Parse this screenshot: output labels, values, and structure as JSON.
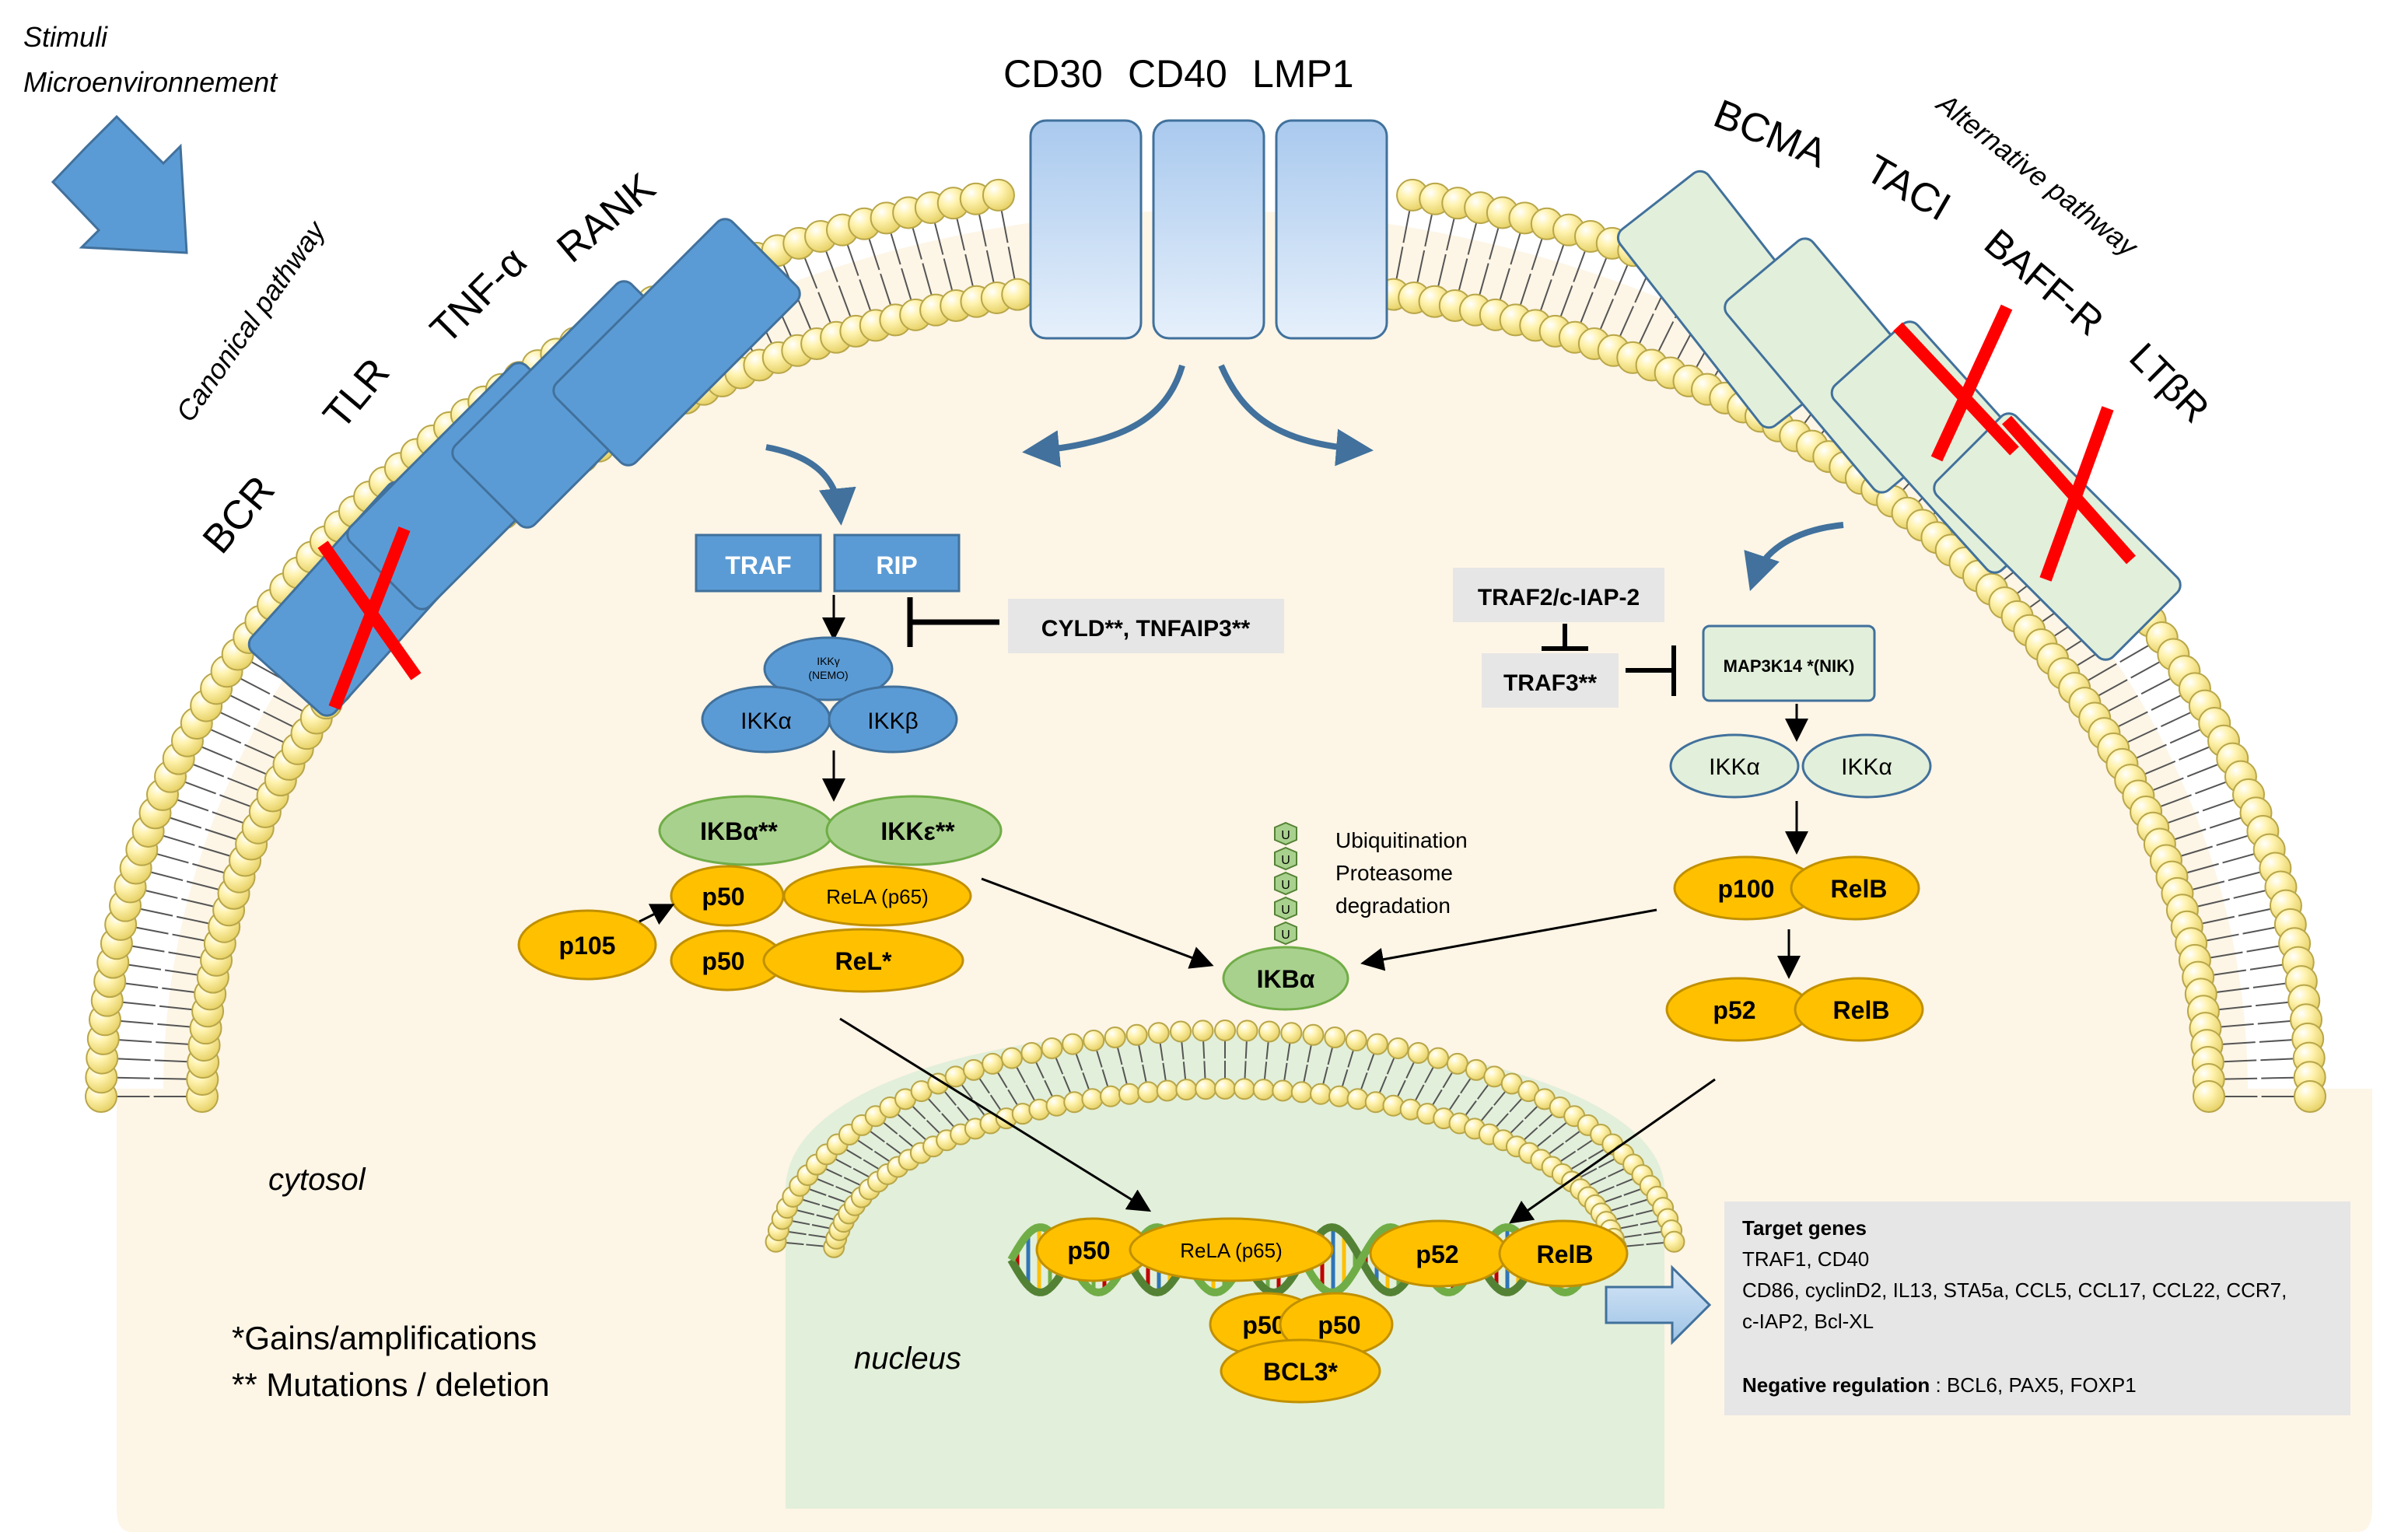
{
  "stimuli": {
    "line1": "Stimuli",
    "line2": "Microenvironnement"
  },
  "pathways": {
    "canonical": "Canonical pathway",
    "alternative": "Alternative pathway"
  },
  "receptors": {
    "left": [
      "BCR",
      "TLR",
      "TNF-α",
      "RANK"
    ],
    "center": [
      "CD30",
      "CD40",
      "LMP1"
    ],
    "right": [
      "BCMA",
      "TACI",
      "BAFF-R",
      "LTβR"
    ]
  },
  "canonical": {
    "traf": "TRAF",
    "rip": "RIP",
    "inhibitors": "CYLD**, TNFAIP3**",
    "ikkg_line1": "IKKγ",
    "ikkg_line2": "(NEMO)",
    "ikka": "IKKα",
    "ikkb": "IKKβ",
    "ikba": "IKBα**",
    "ikke": "IKKε**",
    "p105": "p105",
    "p50_a": "p50",
    "rela_a": "ReLA (p65)",
    "p50_b": "p50",
    "rel": "ReL*"
  },
  "alternative": {
    "traf2": "TRAF2/c-IAP-2",
    "traf3": "TRAF3**",
    "map3k14": "MAP3K14 *(NIK)",
    "ikka_1": "IKKα",
    "ikka_2": "IKKα",
    "p100": "p100",
    "relb_1": "RelB",
    "p52": "p52",
    "relb_2": "RelB"
  },
  "ubiquitin": {
    "u": [
      "U",
      "U",
      "U",
      "U",
      "U"
    ],
    "line1": "Ubiquitination",
    "line2": "Proteasome",
    "line3": "degradation",
    "ikba": "IKBα"
  },
  "nucleus": {
    "label": "nucleus",
    "p50_1": "p50",
    "rela": "ReLA (p65)",
    "p52": "p52",
    "relb": "RelB",
    "p50_2": "p50",
    "p50_3": "p50",
    "bcl3": "BCL3*"
  },
  "cytosol": "cytosol",
  "legend": {
    "line1": "*Gains/amplifications",
    "line2": "** Mutations / deletion"
  },
  "targets": {
    "title": "Target genes",
    "line1": "TRAF1, CD40",
    "line2": "CD86, cyclinD2, IL13, STA5a, CCL5, CCL17, CCL22, CCR7,",
    "line3": "c-IAP2, Bcl-XL",
    "neg_label": "Negative regulation",
    "neg_values": " : BCL6, PAX5, FOXP1"
  },
  "colors": {
    "blue_receptor": "#5b9bd5",
    "light_green_receptor": "#e2efda",
    "orange_protein": "#ffc000",
    "green_protein": "#a9d18e",
    "cytosol_fill": "#fdf5e6",
    "nucleus_fill": "#e2efda",
    "inhibition_red": "#ff0000",
    "info_box": "#e7e6e6"
  }
}
